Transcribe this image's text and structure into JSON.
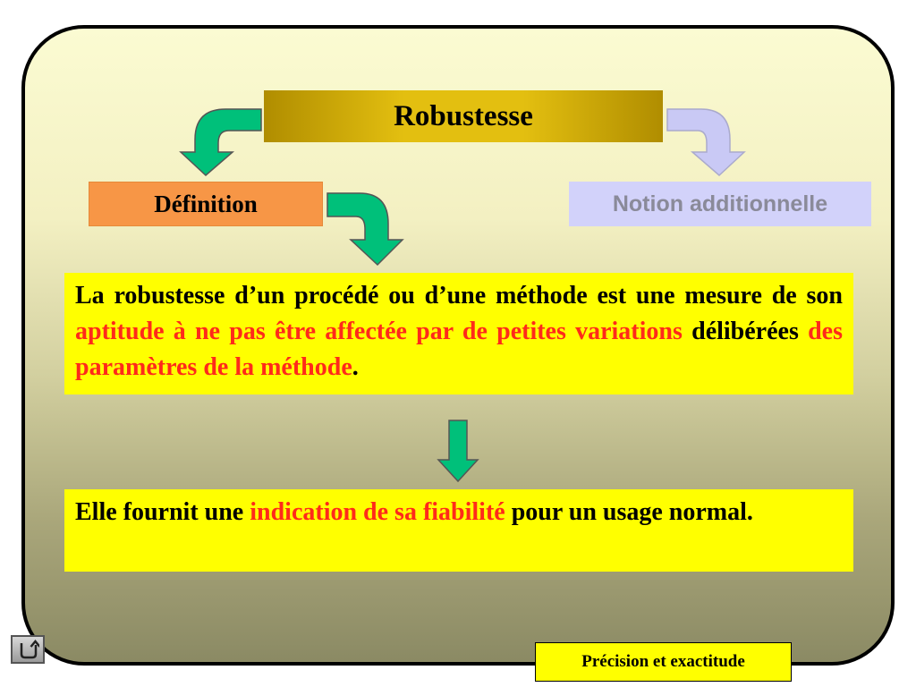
{
  "diagram": {
    "title": "Robustesse",
    "definition_label": "Définition",
    "notion_label": "Notion additionnelle",
    "box1": {
      "part1": "La robustesse d’un procédé ou d’une méthode est une mesure de son ",
      "part2": "aptitude à ne pas être affectée par de petites variations",
      "part3": " délibérées ",
      "part4": "des paramètres de la méthode",
      "part5": "."
    },
    "box2": {
      "part1": "Elle fournit une ",
      "part2": "indication de sa fiabilité",
      "part3": " pour un usage normal."
    }
  },
  "footer": {
    "link_label": "Précision et exactitude"
  },
  "colors": {
    "title_gold": "#e3bf10",
    "definition_orange": "#f79646",
    "notion_lavender": "#d2d2fa",
    "highlight_yellow": "#ffff00",
    "emphasis_red": "#ff2a1a",
    "arrow_teal": "#00c07a"
  },
  "icons": {
    "back": "return-arrow-icon",
    "arrows": [
      "curved-down-left-arrow",
      "curved-down-right-arrow",
      "straight-down-arrow"
    ]
  }
}
